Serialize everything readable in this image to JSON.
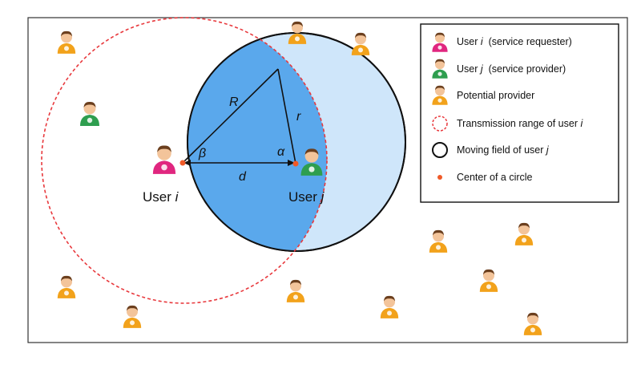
{
  "diagram": {
    "labels": {
      "user_i": "User ",
      "user_i_var": "i",
      "user_j": "User ",
      "user_j_var": "j",
      "R": "R",
      "r": "r",
      "d": "d",
      "beta": "β",
      "alpha": "α"
    },
    "legend": [
      {
        "icon": "requester-user-icon",
        "text": "User ",
        "var": "i",
        "suffix": "  (service requester)"
      },
      {
        "icon": "provider-user-icon",
        "text": "User ",
        "var": "j",
        "suffix": "  (service provider)"
      },
      {
        "icon": "potential-provider-icon",
        "text": "Potential provider",
        "var": "",
        "suffix": ""
      },
      {
        "icon": "dashed-circle-icon",
        "text": "Transmission range of user ",
        "var": "i",
        "suffix": ""
      },
      {
        "icon": "solid-circle-icon",
        "text": "Moving field of user ",
        "var": "j",
        "suffix": ""
      },
      {
        "icon": "center-dot-icon",
        "text": "Center of a circle",
        "var": "",
        "suffix": ""
      }
    ],
    "colors": {
      "requester": "#e0267f",
      "provider": "#2e9e4f",
      "potential": "#f2a21b",
      "overlap_fill": "#5aa8ec",
      "field_fill": "#cfe6fa",
      "range_stroke": "#e8393d",
      "center_dot": "#f05a28"
    }
  }
}
